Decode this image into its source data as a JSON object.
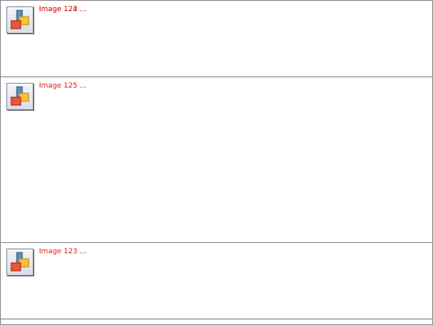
{
  "items": [
    {
      "caption": "Image 123 ...",
      "caption_overlay": "Image 124 ...",
      "icon": "image-placeholder-icon"
    },
    {
      "caption": "Image 125 ...",
      "icon": "image-placeholder-icon"
    },
    {
      "caption": "Image 123 ...",
      "icon": "image-placeholder-icon"
    }
  ],
  "colors": {
    "caption": "#e02020",
    "border": "#8c8c8c"
  }
}
